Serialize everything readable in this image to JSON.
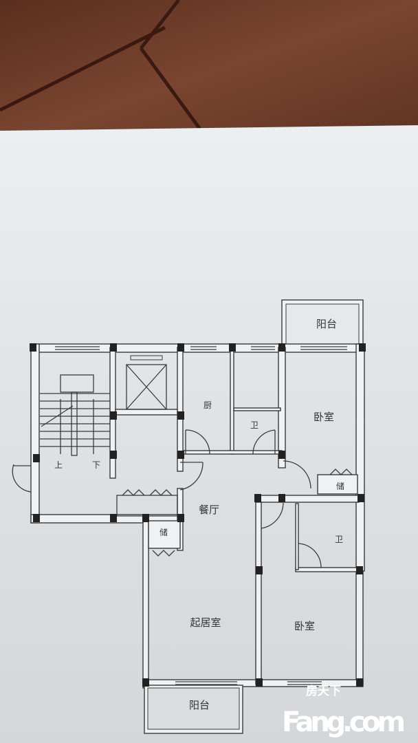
{
  "floor_plan": {
    "rooms": {
      "balcony_top": "阳台",
      "kitchen": "厨",
      "bathroom_1": "卫",
      "bedroom_1": "卧室",
      "storage_1": "储",
      "dining": "餐厅",
      "bathroom_2": "卫",
      "storage_2": "储",
      "living_room": "起居室",
      "bedroom_2": "卧室",
      "balcony_bottom": "阳台"
    },
    "stairs": {
      "up": "上",
      "down": "下"
    }
  },
  "watermark": {
    "brand_cn": "房天下",
    "brand_en": "Fang.com"
  },
  "colors": {
    "wood": "#6b3b28",
    "paper": "#e3e5e7"
  }
}
